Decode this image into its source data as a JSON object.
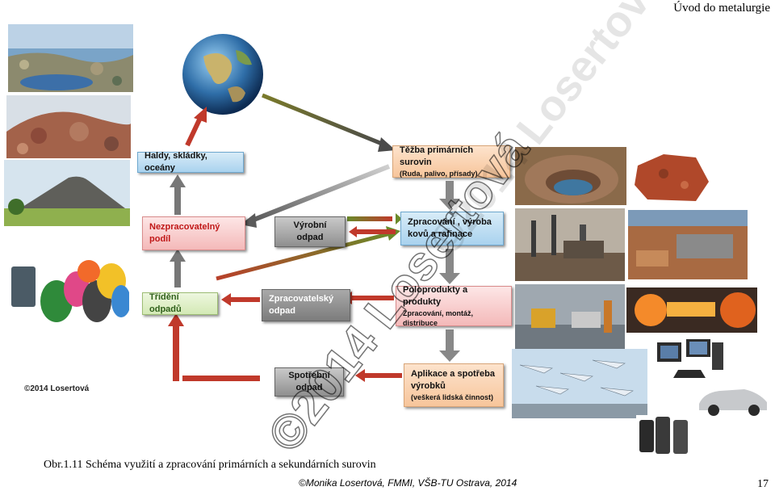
{
  "header": {
    "title": "Úvod do metalurgie"
  },
  "boxes": {
    "haldy": "Haldy, skládky, oceány",
    "nezpracovatelny_1": "Nezpracovatelný",
    "nezpracovatelny_2": "podíl",
    "vyrobni_1": "Výrobní",
    "vyrobni_2": "odpad",
    "trideni": "Třídění odpadů",
    "zpracovatelsky_1": "Zpracovatelský",
    "zpracovatelsky_2": "odpad",
    "spotrebni_1": "Spotřební",
    "spotrebni_2": "odpad",
    "tezba_1": "Těžba primárních surovin",
    "tezba_2": "(Ruda, palivo, přísady)",
    "zpracovani_1": "Zpracování , výroba",
    "zpracovani_2": "kovů a rafinace",
    "polo_1": "Poloprodukty a produkty",
    "polo_2": "Zpracování, montáž,",
    "polo_3": "distribuce",
    "aplikace_1": "Aplikace a spotřeba",
    "aplikace_2": "výrobků",
    "aplikace_3": "(veškerá lidská činnost)"
  },
  "copyright_small": "©2014 Losertová",
  "watermark": "©2014 Losertová",
  "caption": "Obr.1.11 Schéma využití a zpracování primárních a sekundárních surovin",
  "footer": "©Monika Losertová, FMMI, VŠB-TU Ostrava, 2014",
  "page_number": "17",
  "colors": {
    "blue_box": "#a9d2ee",
    "red_box": "#f4b9b9",
    "gray_box": "#8f8f8f",
    "orange_box": "#f7c59b",
    "green_box": "#d3e9b5",
    "red_arrow": "#c0392b"
  },
  "icons": [
    "landfill-photo",
    "globe-photo",
    "ore-rock-photo",
    "steel-plant-photo",
    "car-photo",
    "computer-photo",
    "phone-photo",
    "waste-bins-photo"
  ]
}
